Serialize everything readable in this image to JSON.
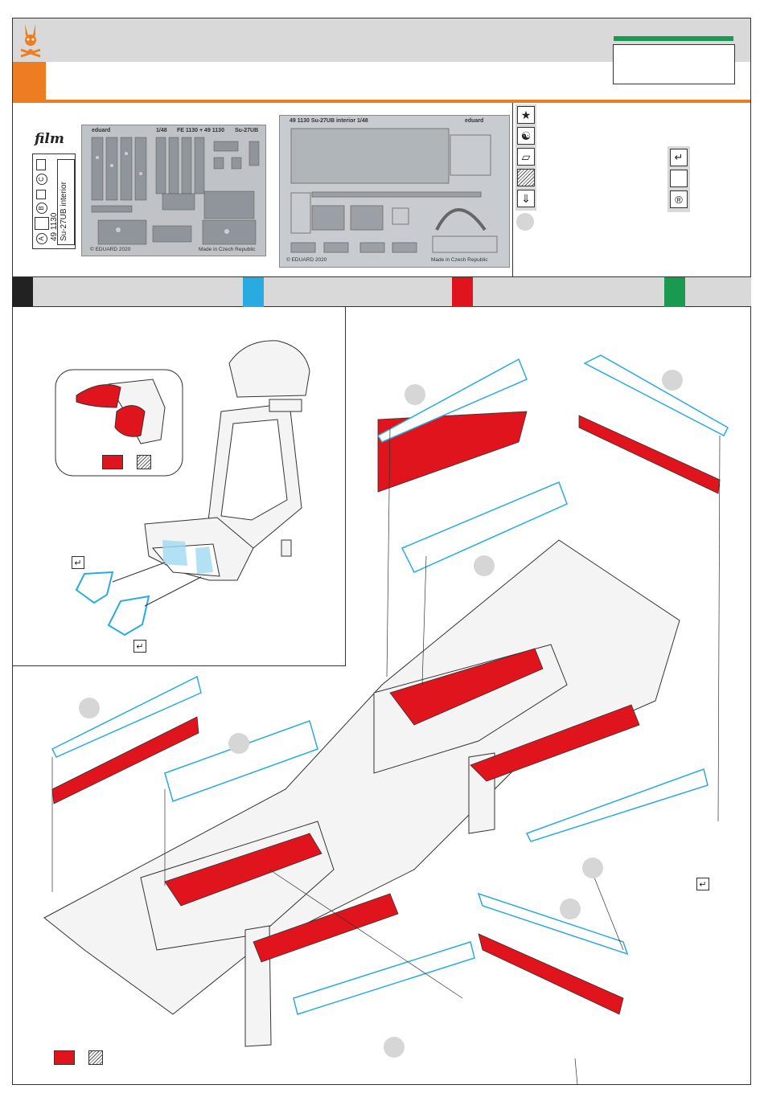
{
  "header": {
    "code_value": ""
  },
  "film": {
    "label": "film",
    "set_number": "49 1130",
    "set_name": "Su-27UB interior",
    "letters": [
      "A",
      "B",
      "C"
    ]
  },
  "fret1": {
    "brand": "eduard",
    "scale": "1/48",
    "codes": "FE 1130 + 49 1130",
    "model": "Su-27UB",
    "copyright": "© EDUARD 2020",
    "made_in": "Made in Czech Republic"
  },
  "fret2": {
    "title": "49 1130  Su-27UB interior  1/48",
    "brand": "eduard",
    "copyright": "© EDUARD 2020",
    "made_in": "Made in Czech Republic"
  },
  "legend_icons": [
    "star-icon",
    "yin-yang-icon",
    "film-sheet-icon",
    "etched-hatch-icon",
    "drill-icon"
  ],
  "option_icons": [
    "bend-arrow-icon",
    "blank-box-icon",
    "r-circle-icon"
  ],
  "colors": {
    "orange": "#ee7d22",
    "green": "#1a9a50",
    "red": "#e0141c",
    "blue": "#29abe2",
    "black": "#222222",
    "grey": "#d9d9d9"
  }
}
